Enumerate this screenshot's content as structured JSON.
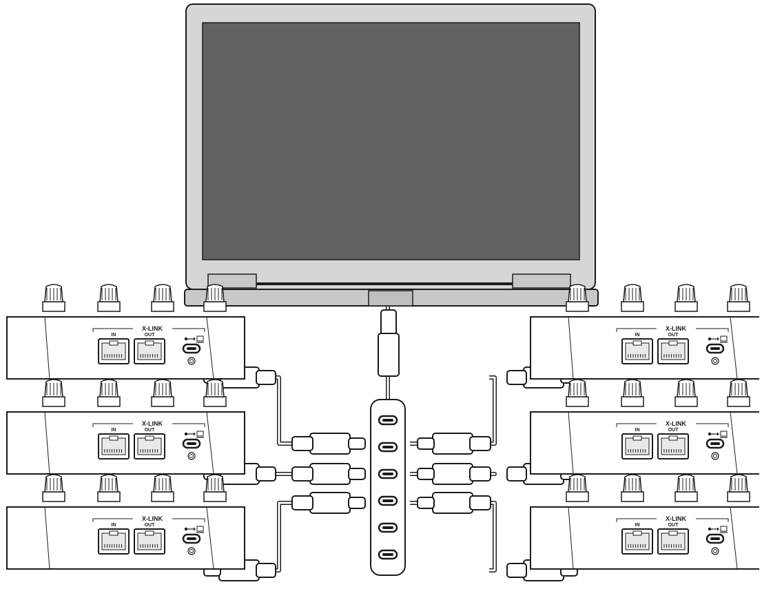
{
  "colors": {
    "line": "#1a1a1a",
    "laptop_body": "#c8c8c8",
    "laptop_bezel": "#d6d6d6",
    "screen": "#626262",
    "device_fill": "#ffffff",
    "port_fill": "#e9e9e9",
    "cable_fill": "#ffffff"
  },
  "laptop": {
    "screen_state": "blank"
  },
  "usb_hub": {
    "port_count": 6
  },
  "devices": [
    {
      "id": "unit-left-1",
      "side": "left",
      "brand_label": "X-LINK",
      "port_in_label": "IN",
      "port_out_label": "OUT",
      "icons": [
        "usb-icon",
        "computer-icon"
      ]
    },
    {
      "id": "unit-left-2",
      "side": "left",
      "brand_label": "X-LINK",
      "port_in_label": "IN",
      "port_out_label": "OUT",
      "icons": [
        "usb-icon",
        "computer-icon"
      ]
    },
    {
      "id": "unit-left-3",
      "side": "left",
      "brand_label": "X-LINK",
      "port_in_label": "IN",
      "port_out_label": "OUT",
      "icons": [
        "usb-icon",
        "computer-icon"
      ]
    },
    {
      "id": "unit-right-1",
      "side": "right",
      "brand_label": "X-LINK",
      "port_in_label": "IN",
      "port_out_label": "OUT",
      "icons": [
        "usb-icon",
        "computer-icon"
      ]
    },
    {
      "id": "unit-right-2",
      "side": "right",
      "brand_label": "X-LINK",
      "port_in_label": "IN",
      "port_out_label": "OUT",
      "icons": [
        "usb-icon",
        "computer-icon"
      ]
    },
    {
      "id": "unit-right-3",
      "side": "right",
      "brand_label": "X-LINK",
      "port_in_label": "IN",
      "port_out_label": "OUT",
      "icons": [
        "usb-icon",
        "computer-icon"
      ]
    }
  ],
  "connections": [
    {
      "from": "laptop",
      "to": "usb-hub"
    },
    {
      "from": "usb-hub",
      "to": "unit-left-1"
    },
    {
      "from": "usb-hub",
      "to": "unit-left-2"
    },
    {
      "from": "usb-hub",
      "to": "unit-left-3"
    },
    {
      "from": "usb-hub",
      "to": "unit-right-1"
    },
    {
      "from": "usb-hub",
      "to": "unit-right-2"
    },
    {
      "from": "usb-hub",
      "to": "unit-right-3"
    }
  ]
}
